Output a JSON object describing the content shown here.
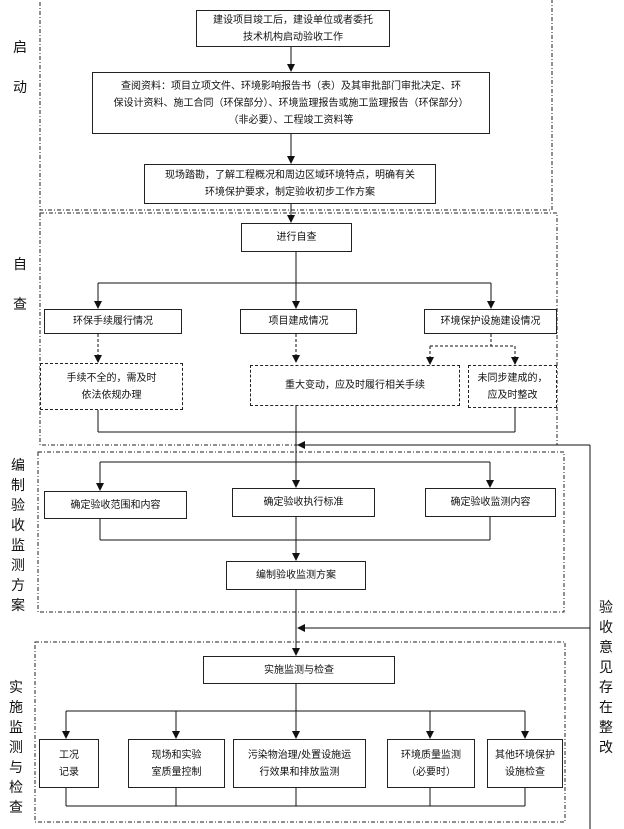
{
  "stages": {
    "start": "启\n\n动",
    "self_check": "自\n\n查",
    "plan": "编\n制\n验\n收\n监\n测\n方\n案",
    "implement": "实\n施\n监\n测\n与\n检\n查"
  },
  "feedback_label": "验\n收\n意\n见\n存\n在\n整\n改",
  "nodes": {
    "n1": "建设项目竣工后，建设单位或者委托\n技术机构启动验收工作",
    "n2": "查阅资料：项目立项文件、环境影响报告书（表）及其审批部门审批决定、环\n保设计资料、施工合同（环保部分）、环境监理报告或施工监理报告（环保部分）\n（非必要）、工程竣工资料等",
    "n3": "现场踏勘，了解工程概况和周边区域环境特点，明确有关\n环境保护要求，制定验收初步工作方案",
    "n4": "进行自查",
    "n5": "环保手续履行情况",
    "n6": "项目建成情况",
    "n7": "环境保护设施建设情况",
    "n8": "手续不全的，需及时\n依法依规办理",
    "n9": "重大变动，应及时履行相关手续",
    "n10": "未同步建成的，\n应及时整改",
    "n11": "确定验收范围和内容",
    "n12": "确定验收执行标准",
    "n13": "确定验收监测内容",
    "n14": "编制验收监测方案",
    "n15": "实施监测与检查",
    "n16": "工况\n记录",
    "n17": "现场和实验\n室质量控制",
    "n18": "污染物治理/处置设施运\n行效果和排放监测",
    "n19": "环境质量监测\n（必要时）",
    "n20": "其他环境保护\n设施检查"
  }
}
